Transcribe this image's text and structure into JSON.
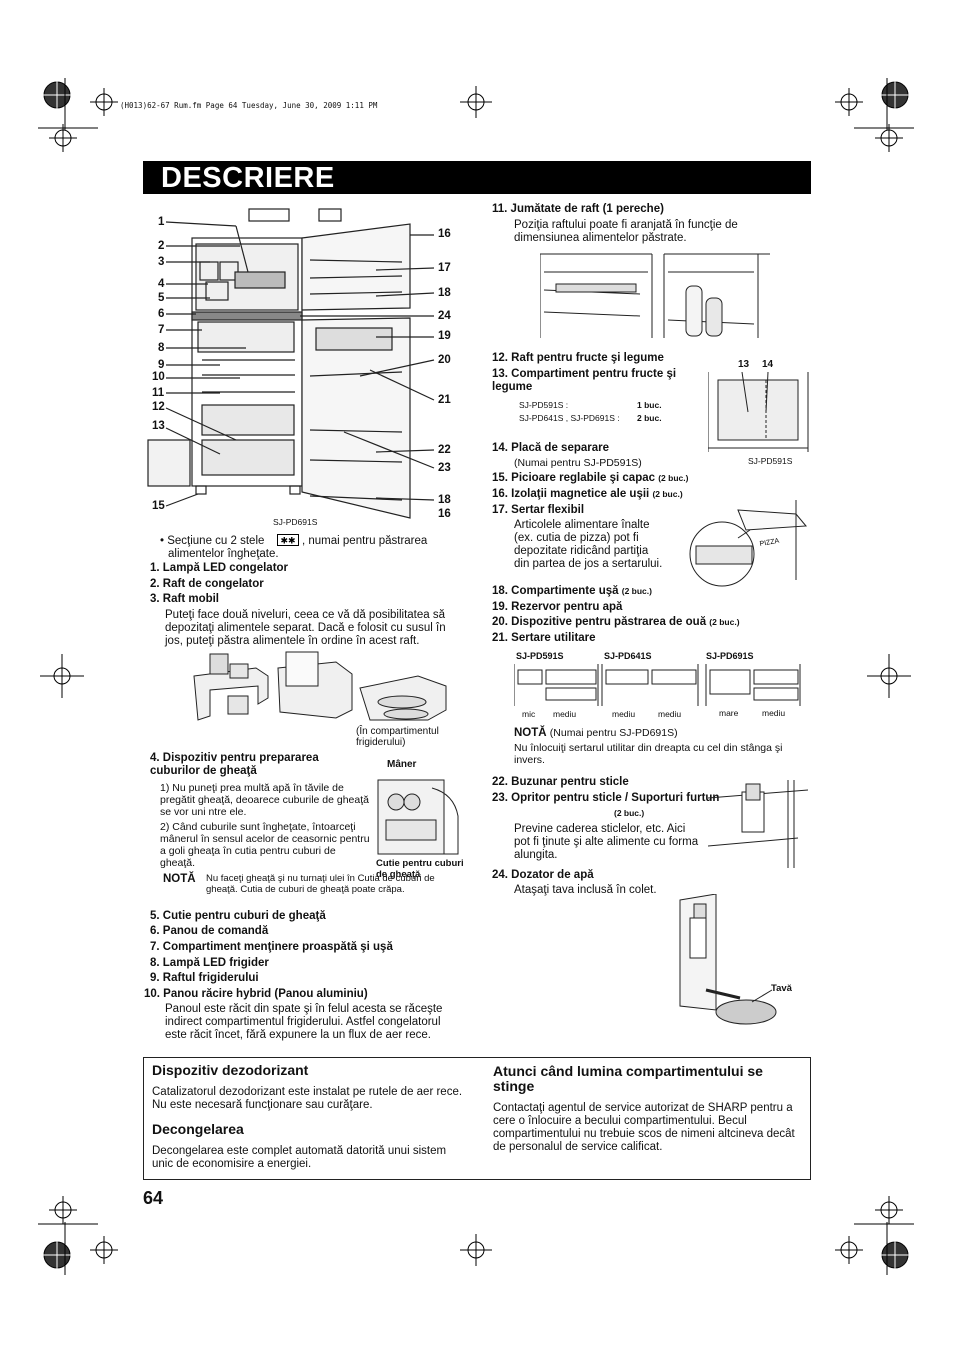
{
  "header_file_info": "(H013)62-67 Rum.fm  Page 64  Tuesday, June 30, 2009  1:11 PM",
  "title": "DESCRIERE",
  "page_number": "64",
  "fridge_diagram": {
    "left_callouts": [
      "1",
      "2",
      "3",
      "4",
      "5",
      "6",
      "7",
      "8",
      "9",
      "10",
      "11",
      "12",
      "13",
      "15"
    ],
    "right_callouts": [
      "16",
      "17",
      "18",
      "24",
      "19",
      "20",
      "21",
      "22",
      "23",
      "18",
      "16"
    ],
    "model_label": "SJ-PD691S"
  },
  "left_column": {
    "star_note": "• Secţiune cu 2 stele",
    "star_note_cont": ", numai pentru păstrarea alimentelor îngheţate.",
    "item1": "1. Lampă LED congelator",
    "item2": "2. Raft de congelator",
    "item3": "3. Raft mobil",
    "item3_desc": "Puteţi face două niveluri, ceea ce vă dă posibilitatea să depozitaţi alimentele separat. Dacă e folosit cu susul în jos, puteţi păstra alimentele în ordine în acest raft.",
    "item3_caption": "(În compartimentul frigiderului)",
    "item4": "4. Dispozitiv pentru prepararea cuburilor de gheaţă",
    "item4_n1": "1) Nu puneţi prea multă apă în tăvile de pregătit gheaţă, deoarece cuburile de gheaţă se vor uni ntre ele.",
    "item4_n2": "2) Când cuburile sunt îngheţate, întoarceţi mânerul în sensul acelor de ceasornic pentru a goli gheaţa în cutia pentru cuburi de gheaţă.",
    "item4_note_label": "NOTĂ",
    "item4_note": "Nu faceţi gheaţă şi nu turnaţi ulei în Cutia de cuburi de gheaţă. Cutia de cuburi de gheaţă poate crăpa.",
    "handle_label": "Mâner",
    "ice_box_label": "Cutie pentru cuburi de gheaţă",
    "item5": "5. Cutie pentru cuburi de gheaţă",
    "item6": "6. Panou de comandă",
    "item7": "7. Compartiment menţinere proaspătă şi uşă",
    "item8": "8. Lampă LED frigider",
    "item9": "9. Raftul frigiderului",
    "item10": "10. Panou răcire hybrid (Panou aluminiu)",
    "item10_desc": "Panoul este răcit din spate şi în felul acesta se răceşte indirect compartimentul frigiderului. Astfel congelatorul este răcit încet, fără expunere la un flux de aer rece."
  },
  "right_column": {
    "item11": "11. Jumătate de raft (1 pereche)",
    "item11_desc": "Poziţia raftului poate fi aranjată în funcţie de dimensiunea alimentelor păstrate.",
    "item12": "12. Raft pentru fructe şi legume",
    "item13": "13. Compartiment pentru fructe şi legume",
    "item13_m1": "SJ-PD591S :",
    "item13_q1": "1 buc.",
    "item13_m2": "SJ-PD641S , SJ-PD691S :",
    "item13_q2": "2 buc.",
    "drawer_callout_13": "13",
    "drawer_callout_14": "14",
    "drawer_model": "SJ-PD591S",
    "item14": "14. Placă de separare",
    "item14_desc": "(Numai pentru SJ-PD591S)",
    "item15": "15. Picioare reglabile şi capac",
    "item15_q": "(2 buc.)",
    "item16": "16. Izolaţii magnetice ale uşii",
    "item16_q": "(2 buc.)",
    "item17": "17. Sertar flexibil",
    "item17_desc": "Articolele alimentare înalte (ex. cutia de pizza) pot fi depozitate ridicând partiţia din partea de jos a sertarului.",
    "pizza_label": "PIZZA",
    "item18": "18. Compartimente uşă",
    "item18_q": "(2 buc.)",
    "item19": "19. Rezervor pentru apă",
    "item20": "20. Dispozitive pentru păstrarea de ouă",
    "item20_q": "(2 buc.)",
    "item21": "21. Sertare utilitare",
    "util_m1": "SJ-PD591S",
    "util_m2": "SJ-PD641S",
    "util_m3": "SJ-PD691S",
    "util_l1": "mic",
    "util_l2": "mediu",
    "util_l3": "mediu",
    "util_l4": "mediu",
    "util_l5": "mare",
    "util_l6": "mediu",
    "item21_note_label": "NOTĂ",
    "item21_note_model": "(Numai pentru SJ-PD691S)",
    "item21_note": "Nu înlocuiţi sertarul utilitar din dreapta cu cel din stânga şi invers.",
    "item22": "22. Buzunar pentru sticle",
    "item23": "23. Opritor pentru sticle / Suporturi furtun",
    "item23_q": "(2 buc.)",
    "item23_desc": "Previne caderea sticlelor, etc. Aici pot fi ţinute şi alte alimente cu forma alungita.",
    "item24": "24. Dozator de apă",
    "item24_desc": "Ataşaţi tava inclusă în colet.",
    "tray_label": "Tavă"
  },
  "info_box": {
    "deodorizer_title": "Dispozitiv dezodorizant",
    "deodorizer_text": "Catalizatorul dezodorizant este instalat pe rutele de aer rece. Nu este necesară funcţionare sau curăţare.",
    "defrost_title": "Decongelarea",
    "defrost_text": "Decongelarea este complet automată datorită unui sistem unic de economisire a energiei.",
    "light_title": "Atunci când lumina compartimentului se stinge",
    "light_text": "Contactaţi agentul de service autorizat de SHARP pentru a cere o înlocuire a becului compartimentului. Becul compartimentului nu trebuie scos de nimeni altcineva decât de personalul de service calificat."
  }
}
